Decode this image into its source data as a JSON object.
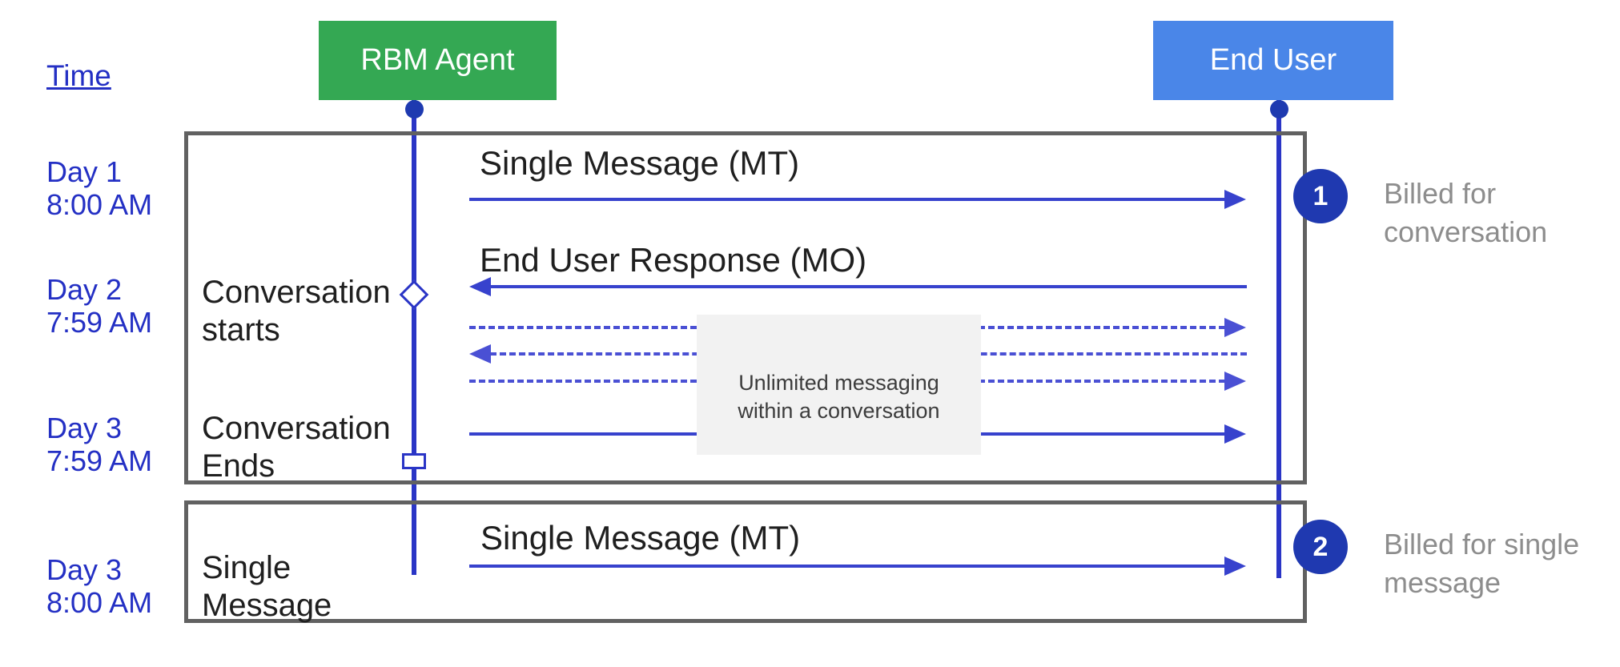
{
  "time_label": "Time",
  "actors": [
    {
      "id": "rbm-agent",
      "label": "RBM Agent",
      "color": "#34a853"
    },
    {
      "id": "end-user",
      "label": "End User",
      "color": "#4a86e8"
    }
  ],
  "timeline": [
    {
      "day": "Day 1",
      "time": "8:00 AM"
    },
    {
      "day": "Day 2",
      "time": "7:59 AM"
    },
    {
      "day": "Day 3",
      "time": "7:59 AM"
    },
    {
      "day": "Day 3",
      "time": "8:00 AM"
    }
  ],
  "lifecycle_labels": [
    {
      "line1": "Conversation",
      "line2": "starts"
    },
    {
      "line1": "Conversation",
      "line2": "Ends"
    },
    {
      "line1": "Single",
      "line2": "Message"
    }
  ],
  "messages": [
    {
      "label": "Single Message (MT)",
      "direction": "right",
      "style": "solid",
      "from": "rbm-agent",
      "to": "end-user"
    },
    {
      "label": "End User Response (MO)",
      "direction": "left",
      "style": "solid",
      "from": "end-user",
      "to": "rbm-agent"
    },
    {
      "label": "",
      "direction": "right",
      "style": "dashed",
      "from": "rbm-agent",
      "to": "end-user"
    },
    {
      "label": "",
      "direction": "left",
      "style": "dashed",
      "from": "end-user",
      "to": "rbm-agent"
    },
    {
      "label": "",
      "direction": "right",
      "style": "dashed",
      "from": "rbm-agent",
      "to": "end-user"
    },
    {
      "label": "",
      "direction": "right",
      "style": "solid",
      "from": "rbm-agent",
      "to": "end-user"
    },
    {
      "label": "Single Message (MT)",
      "direction": "right",
      "style": "solid",
      "from": "rbm-agent",
      "to": "end-user"
    }
  ],
  "note": {
    "line1": "Unlimited messaging",
    "line2": "within a conversation"
  },
  "annotations": [
    {
      "number": "1",
      "line1": "Billed for",
      "line2": "conversation"
    },
    {
      "number": "2",
      "line1": "Billed for single",
      "line2": "message"
    }
  ],
  "colors": {
    "agent_green": "#34a853",
    "user_blue": "#4a86e8",
    "line_blue": "#3742cd",
    "dashed_blue": "#4a50d4",
    "label_blue": "#2430c4",
    "badge_navy": "#1f39b0",
    "billed_gray": "#8d8d8d",
    "frame_gray": "#616161",
    "note_bg": "#f2f2f2"
  }
}
